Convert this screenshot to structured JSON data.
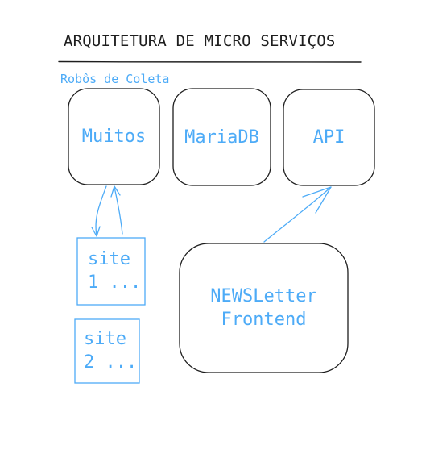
{
  "title": "ARQUITETURA DE MICRO SERVIÇOS",
  "subtitle": "Robôs de Coleta",
  "nodes": {
    "muitos": "Muitos",
    "mariadb": "MariaDB",
    "api": "API",
    "site1": {
      "line1": "site",
      "line2": "1 ..."
    },
    "site2": {
      "line1": "site",
      "line2": "2 ..."
    },
    "newsletter": {
      "line1": "NEWSLetter",
      "line2": "Frontend"
    }
  },
  "colors": {
    "stroke": "#1e1e1e",
    "accent": "#4dabf7"
  }
}
